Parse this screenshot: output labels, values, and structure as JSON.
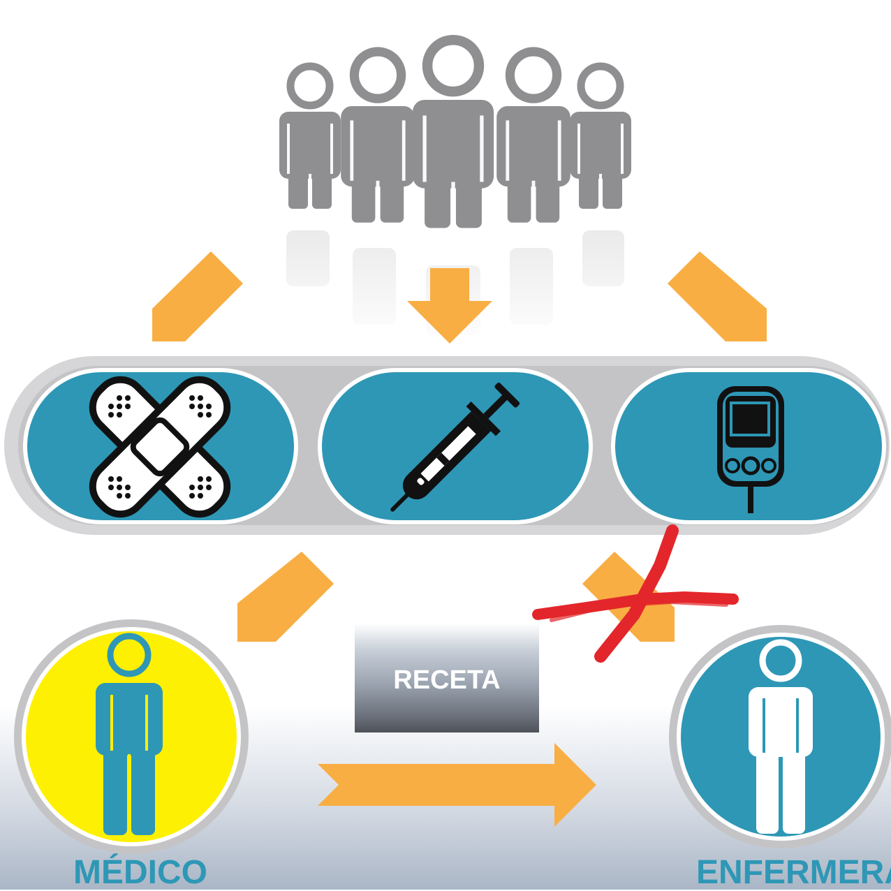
{
  "diagram": {
    "nodes": {
      "people_group": {
        "icon": "people-group-icon"
      },
      "services": [
        {
          "id": "wound-care",
          "icon": "bandage-icon"
        },
        {
          "id": "injection",
          "icon": "syringe-icon"
        },
        {
          "id": "glucose-test",
          "icon": "glucometer-icon"
        }
      ],
      "doctor": {
        "label": "MÉDICO",
        "icon": "person-icon"
      },
      "nurse": {
        "label": "ENFERMERA",
        "icon": "person-icon"
      }
    },
    "prescription": {
      "label": "RECETA"
    },
    "edges": [
      {
        "from": "people_group",
        "to": "wound-care"
      },
      {
        "from": "people_group",
        "to": "injection"
      },
      {
        "from": "people_group",
        "to": "glucose-test"
      },
      {
        "from": "services",
        "to": "doctor"
      },
      {
        "from": "services",
        "to": "nurse",
        "crossed_out": true
      },
      {
        "from": "doctor",
        "to": "nurse",
        "via": "prescription"
      }
    ]
  },
  "colors": {
    "arrow": "#f8ae43",
    "teal": "#2e97b6",
    "yellow": "#fef002",
    "gray": "#8f8f91",
    "cross": "#e3262b"
  }
}
